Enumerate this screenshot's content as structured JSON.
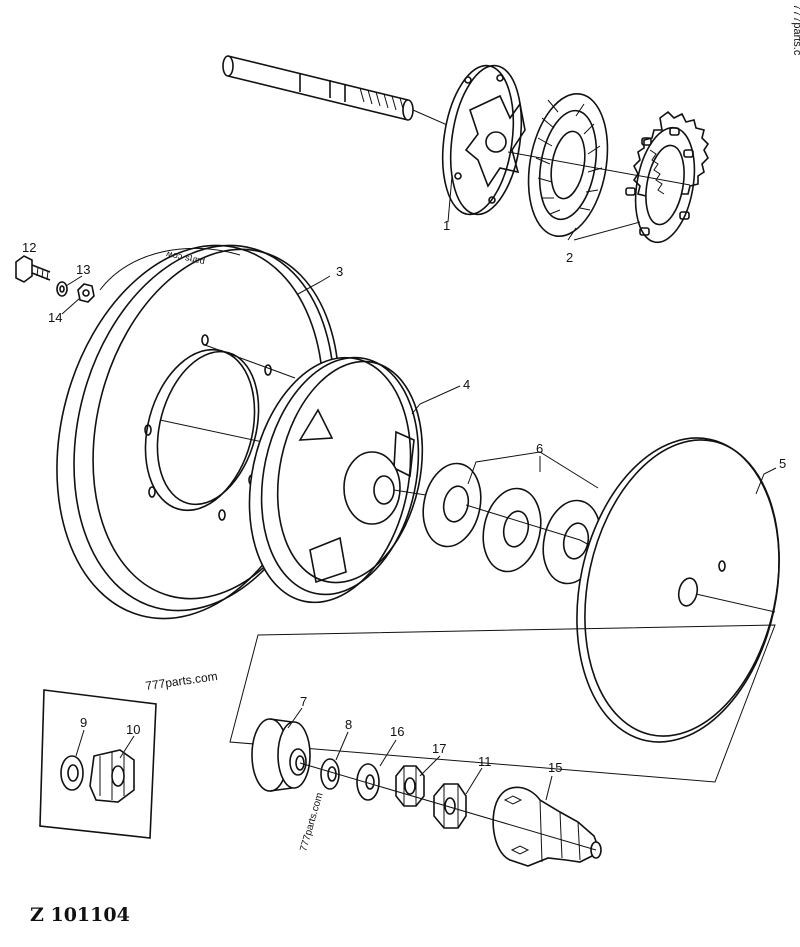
{
  "watermarks": {
    "center": "777parts.com",
    "vertical_bottom": "777parts.com",
    "corner": "777parts.c",
    "rim": "ʍoɔ·sʇɹɐd"
  },
  "callouts": [
    "1",
    "2",
    "3",
    "4",
    "5",
    "6",
    "7",
    "8",
    "9",
    "10",
    "11",
    "12",
    "13",
    "14",
    "15",
    "16",
    "17"
  ],
  "figure_code": "Z 101104"
}
